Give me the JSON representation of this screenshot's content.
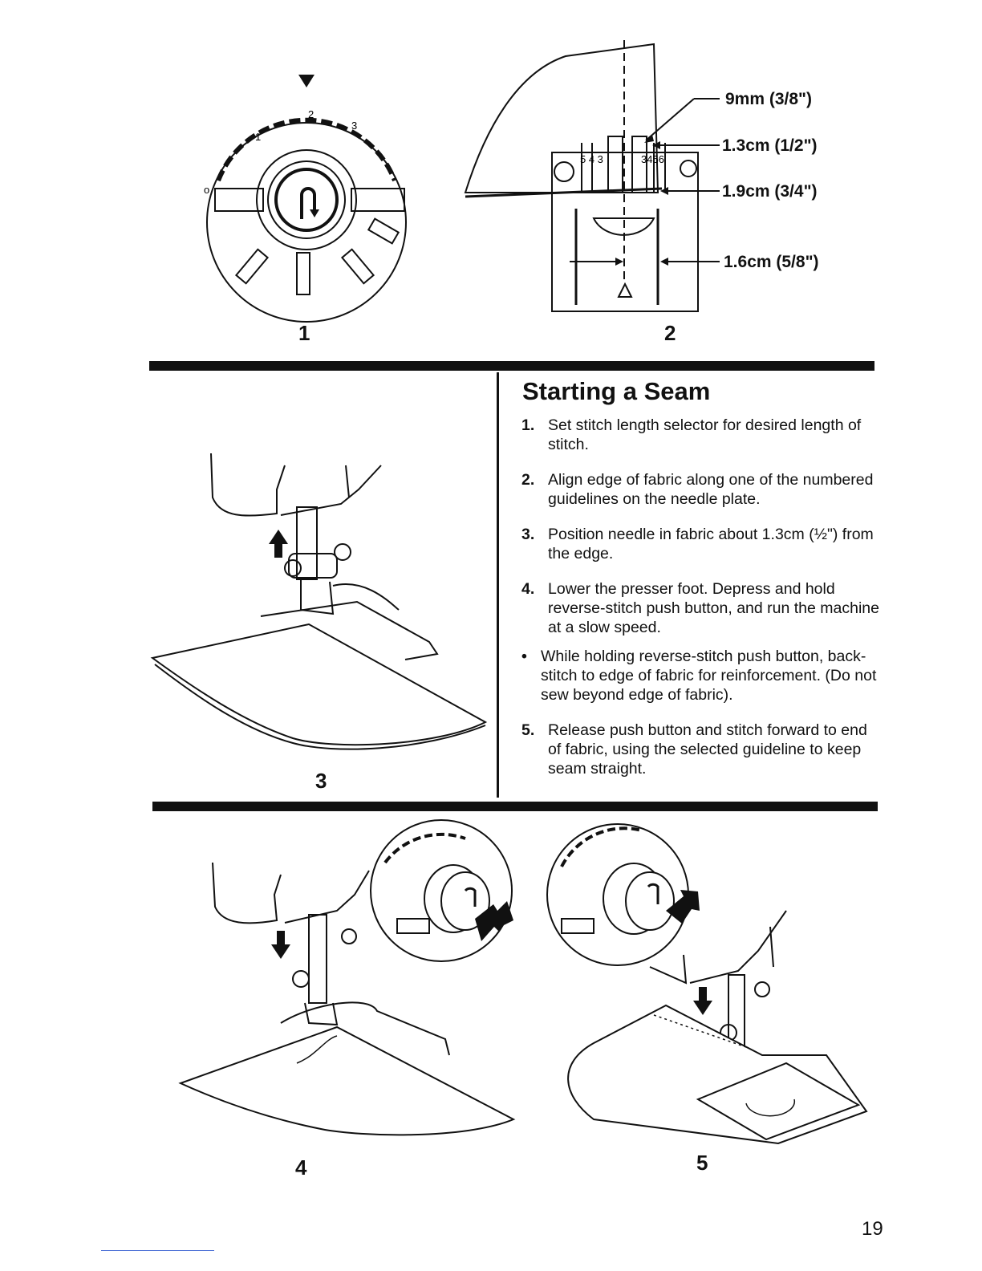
{
  "figures": {
    "fig1": "1",
    "fig2": "2",
    "fig3": "3",
    "fig4": "4",
    "fig5": "5"
  },
  "callouts": {
    "c1": "9mm (3/8\")",
    "c2": "1.3cm (1/2\")",
    "c3": "1.9cm (3/4\")",
    "c4": "1.6cm (5/8\")"
  },
  "plate_scale": {
    "left": "5 4 3",
    "right": "3456"
  },
  "dial": {
    "marks": [
      "1",
      "2",
      "3"
    ]
  },
  "section": {
    "title": "Starting a Seam",
    "steps": [
      {
        "marker": "1.",
        "text": "Set stitch length selector for desired length of stitch."
      },
      {
        "marker": "2.",
        "text": "Align edge of fabric along one of the numbered guidelines on the needle plate."
      },
      {
        "marker": "3.",
        "text": "Position needle in fabric about 1.3cm (½\") from the edge."
      },
      {
        "marker": "4.",
        "text": "Lower the presser foot. Depress and hold reverse-stitch push button, and run the machine at a slow speed."
      },
      {
        "marker": "•",
        "text": "While holding reverse-stitch push button, back-stitch to edge of fabric for reinforcement. (Do not sew beyond edge of fabric)."
      },
      {
        "marker": "5.",
        "text": "Release push button and stitch forward to end of fabric, using the selected guideline to keep seam straight."
      }
    ]
  },
  "page_number": "19"
}
